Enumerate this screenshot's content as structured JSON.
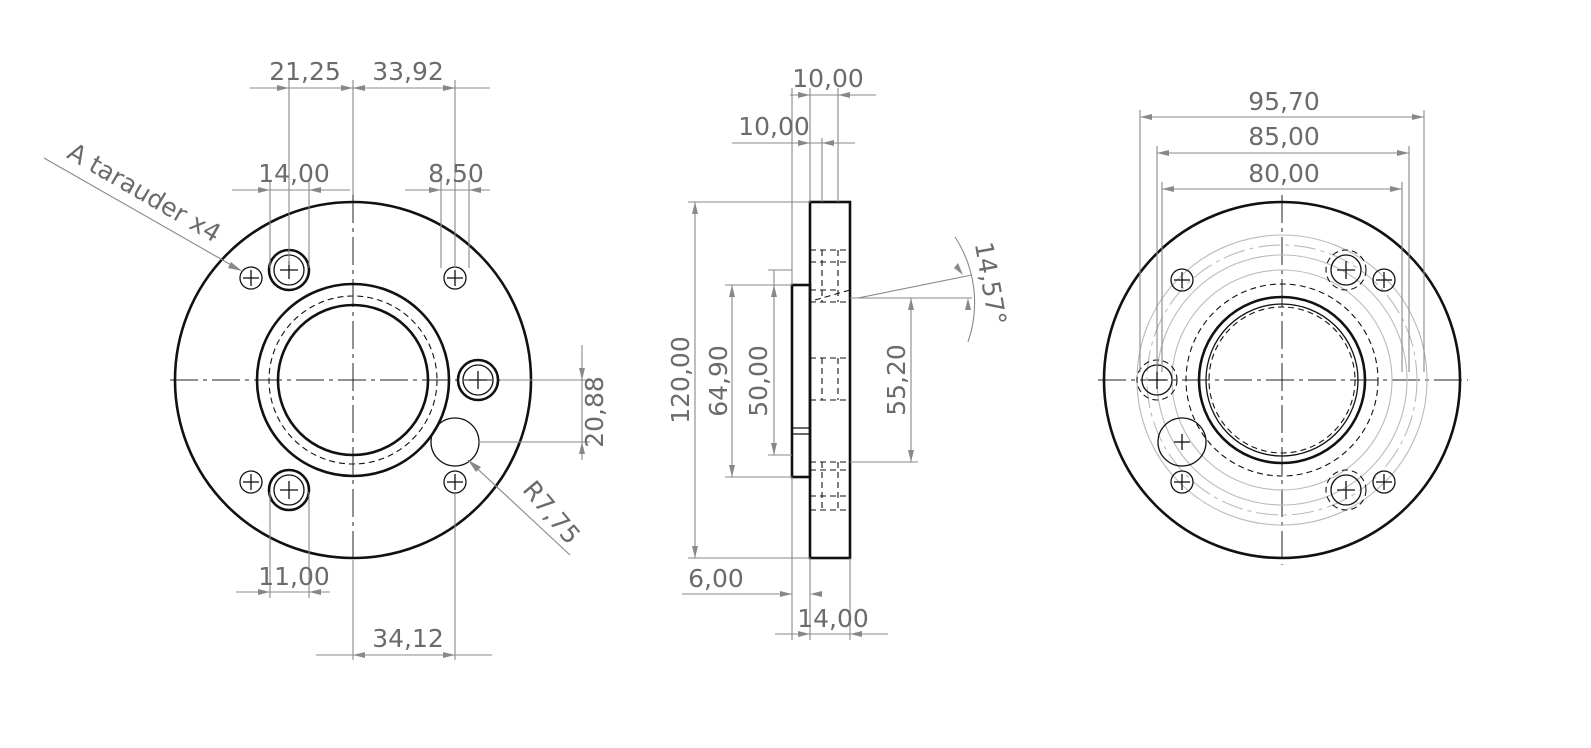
{
  "front_view": {
    "label_tap": "A tarauder x4",
    "dim_21_25": "21,25",
    "dim_33_92": "33,92",
    "dim_14_00": "14,00",
    "dim_8_50": "8,50",
    "dim_20_88": "20,88",
    "dim_r7_75": "R7,75",
    "dim_11_00": "11,00",
    "dim_34_12": "34,12"
  },
  "side_view": {
    "dim_10_00_top": "10,00",
    "dim_10_00_second": "10,00",
    "dim_14_57_deg": "14,57°",
    "dim_120_00": "120,00",
    "dim_64_90": "64,90",
    "dim_50_00": "50,00",
    "dim_55_20": "55,20",
    "dim_6_00": "6,00",
    "dim_14_00": "14,00"
  },
  "rear_view": {
    "dim_95_70": "95,70",
    "dim_85_00": "85,00",
    "dim_80_00": "80,00"
  }
}
